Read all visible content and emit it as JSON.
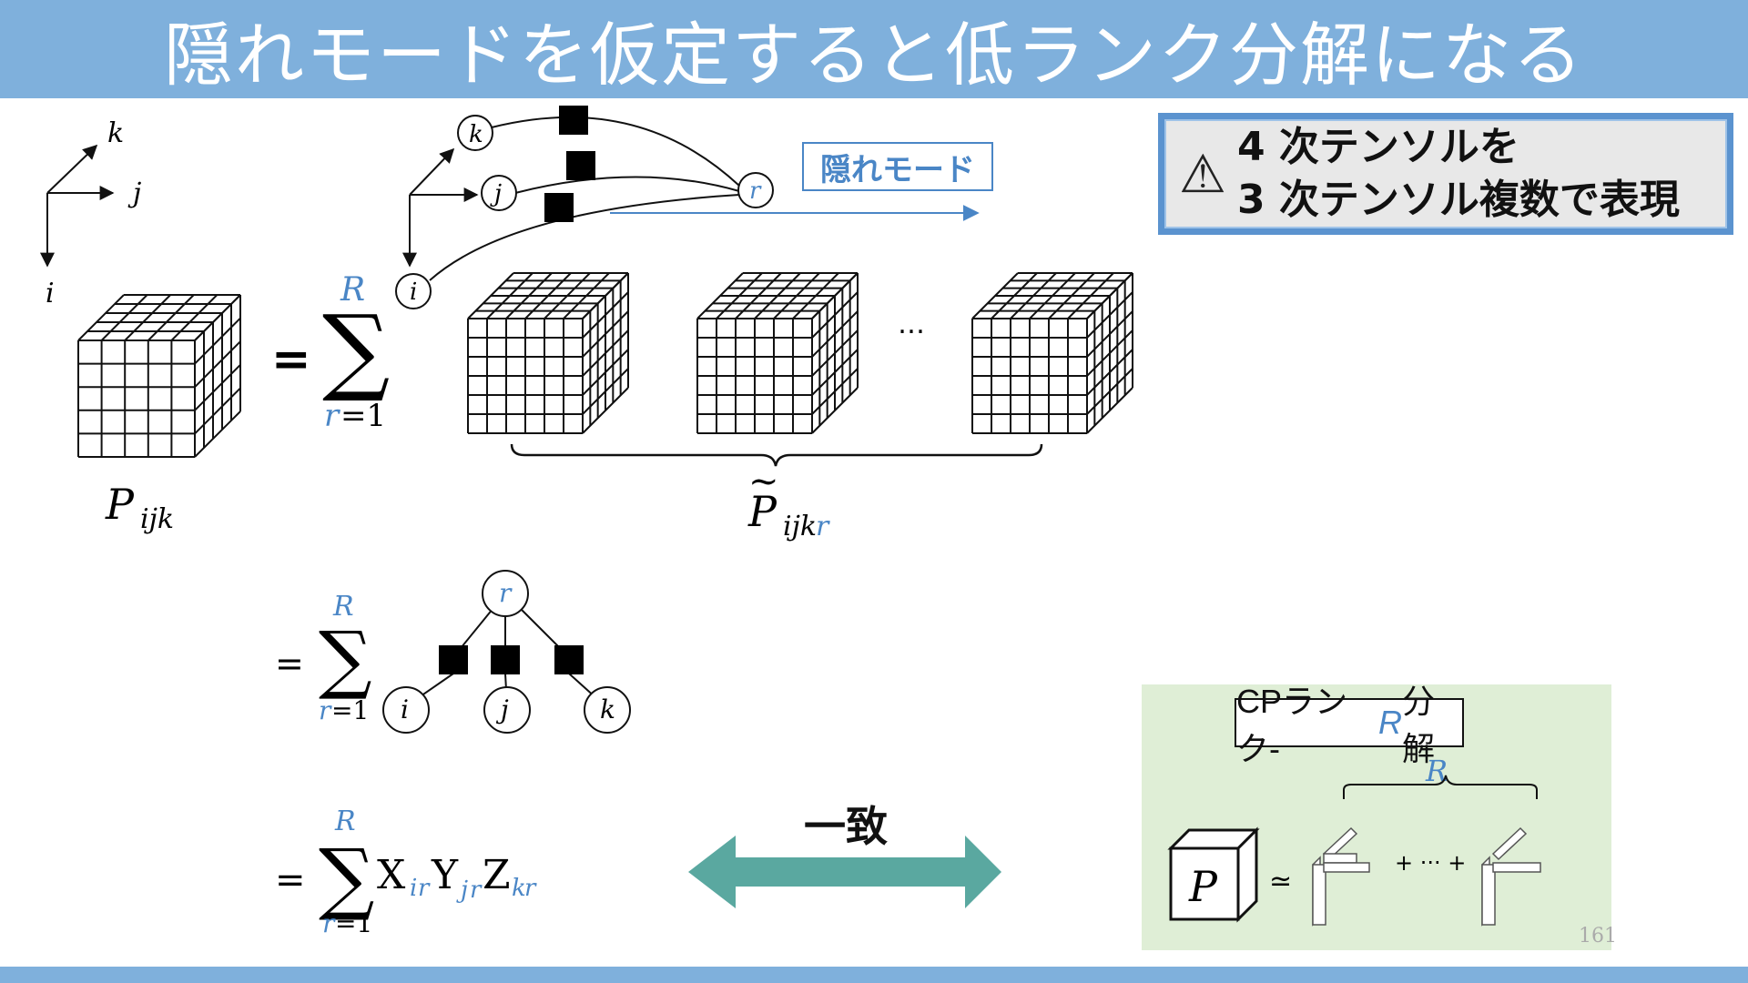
{
  "slide": {
    "title": "隠れモードを仮定すると低ランク分解になる",
    "page_number": "161"
  },
  "callout": {
    "icon": "warning-icon",
    "line1": "4 次テンソルを",
    "line2": "3 次テンソル複数で表現"
  },
  "diagram": {
    "hidden_mode_label": "隠れモード",
    "axis_i": "i",
    "axis_j": "j",
    "axis_k": "k",
    "node_r": "r",
    "tensor_label": "P",
    "tensor_sub": "ijk",
    "tilde_label": "P",
    "tilde_sub": "ijk",
    "tilde_sub_r": "r",
    "sum_upper": "R",
    "sum_lower_r": "r",
    "sum_lower_rest": "=1",
    "ellipsis": "…",
    "equals": "=",
    "sum_symbol": "∑"
  },
  "formula": {
    "X": "X",
    "Y": "Y",
    "Z": "Z",
    "x_sub_i": "i",
    "y_sub_j": "j",
    "z_sub_k": "k",
    "sub_r": "r"
  },
  "match_label": "一致",
  "cp_panel": {
    "title_prefix": "CPランク-",
    "title_r": "R",
    "title_suffix": "分解",
    "R_label": "R",
    "approx": "≃",
    "plus_dots": "+ ··· +",
    "tensor_symbol": "P"
  },
  "colors": {
    "title_bar": "#7fb0dc",
    "accent_blue": "#4a86c6",
    "arrow_teal": "#5aa8a0",
    "cp_panel_bg": "#dfeed6"
  }
}
